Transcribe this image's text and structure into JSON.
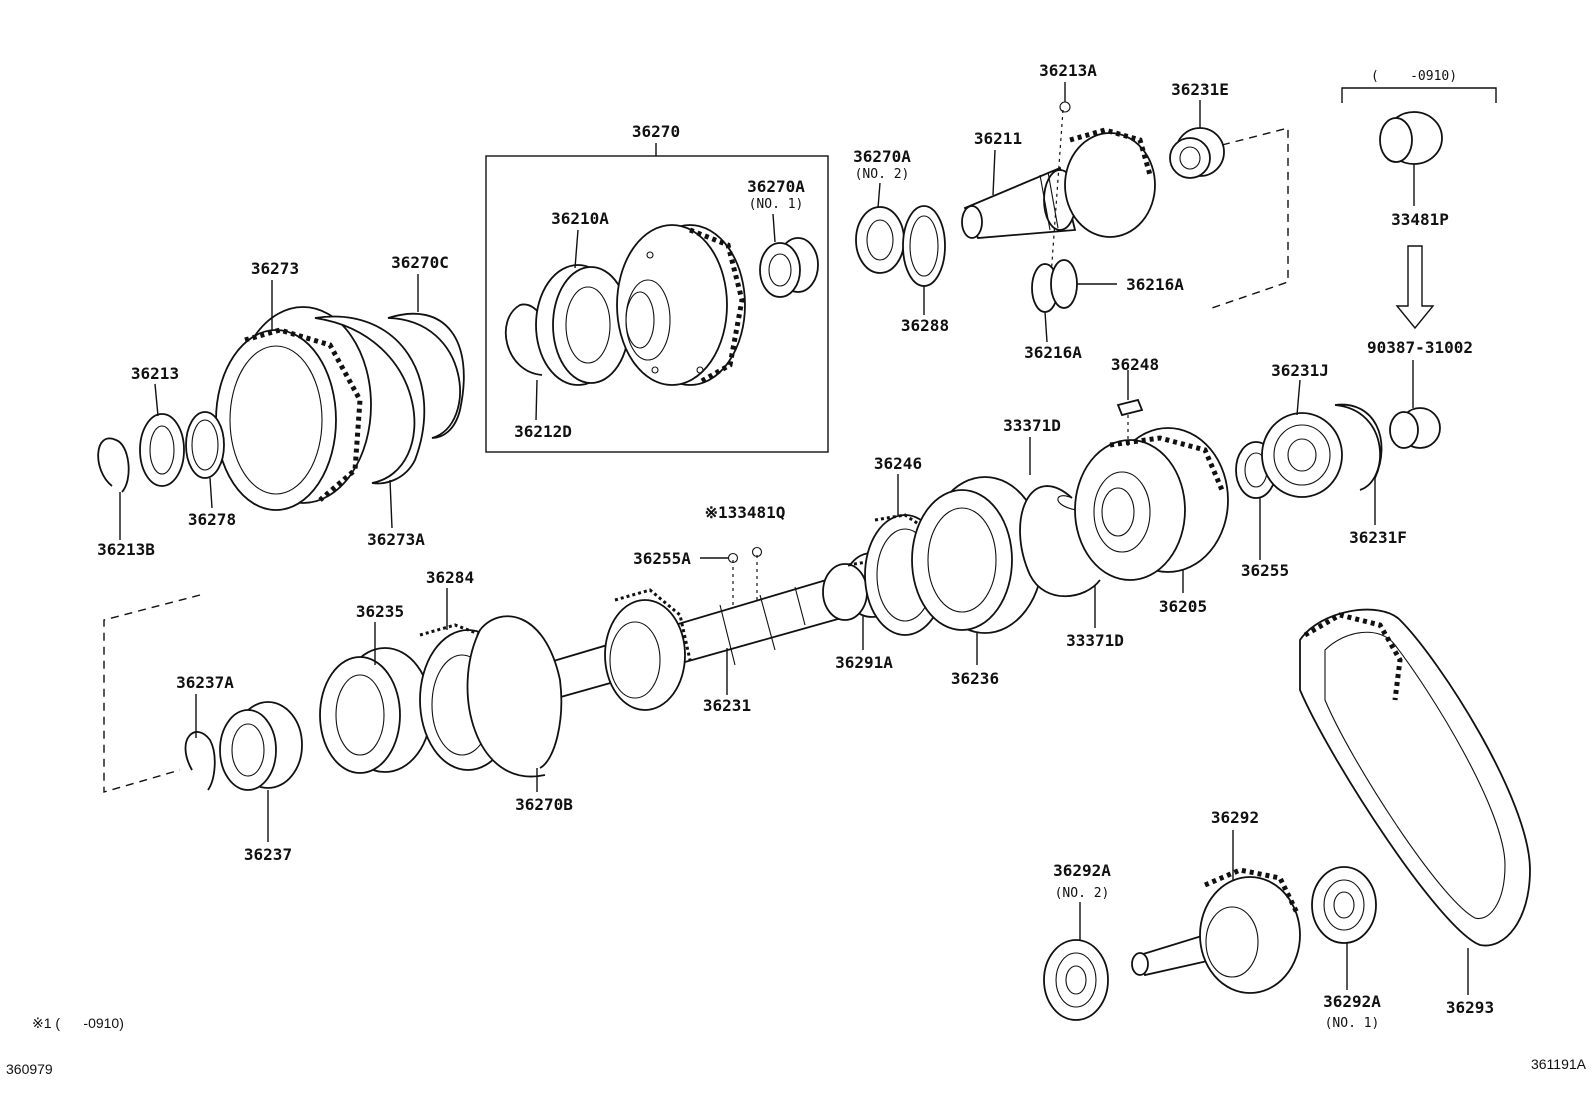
{
  "labels": {
    "p36270": "36270",
    "p36213A": "36213A",
    "p36231E": "36231E",
    "p36211": "36211",
    "p36270A_no2": "36270A",
    "p36270A_no2_note": "(NO. 2)",
    "p36270A_no1": "36270A",
    "p36270A_no1_note": "(NO. 1)",
    "p36210A": "36210A",
    "p36273": "36273",
    "p36270C": "36270C",
    "p36288": "36288",
    "p36216A_right": "36216A",
    "p36216A_bottom": "36216A",
    "p36213": "36213",
    "p36212D": "36212D",
    "p36248": "36248",
    "p36231J": "36231J",
    "p33371D_top": "33371D",
    "p36246": "36246",
    "p36278": "36278",
    "p36213B": "36213B",
    "p36273A": "36273A",
    "p33481Q": "※133481Q",
    "p36255A": "36255A",
    "p36284": "36284",
    "p36235": "36235",
    "p36237A": "36237A",
    "p36237": "36237",
    "p36270B": "36270B",
    "p36231": "36231",
    "p36291A": "36291A",
    "p36236": "36236",
    "p33371D_bottom": "33371D",
    "p36205": "36205",
    "p36255": "36255",
    "p36231F": "36231F",
    "p33481P": "33481P",
    "p33481P_range": "(    -0910)",
    "p90387": "90387-31002",
    "p36292": "36292",
    "p36292A_no2": "36292A",
    "p36292A_no2_note": "(NO. 2)",
    "p36292A_no1": "36292A",
    "p36292A_no1_note": "(NO. 1)",
    "p36293": "36293"
  },
  "footnote": "※1 (      -0910)",
  "code_left": "360979",
  "code_right": "361191A"
}
